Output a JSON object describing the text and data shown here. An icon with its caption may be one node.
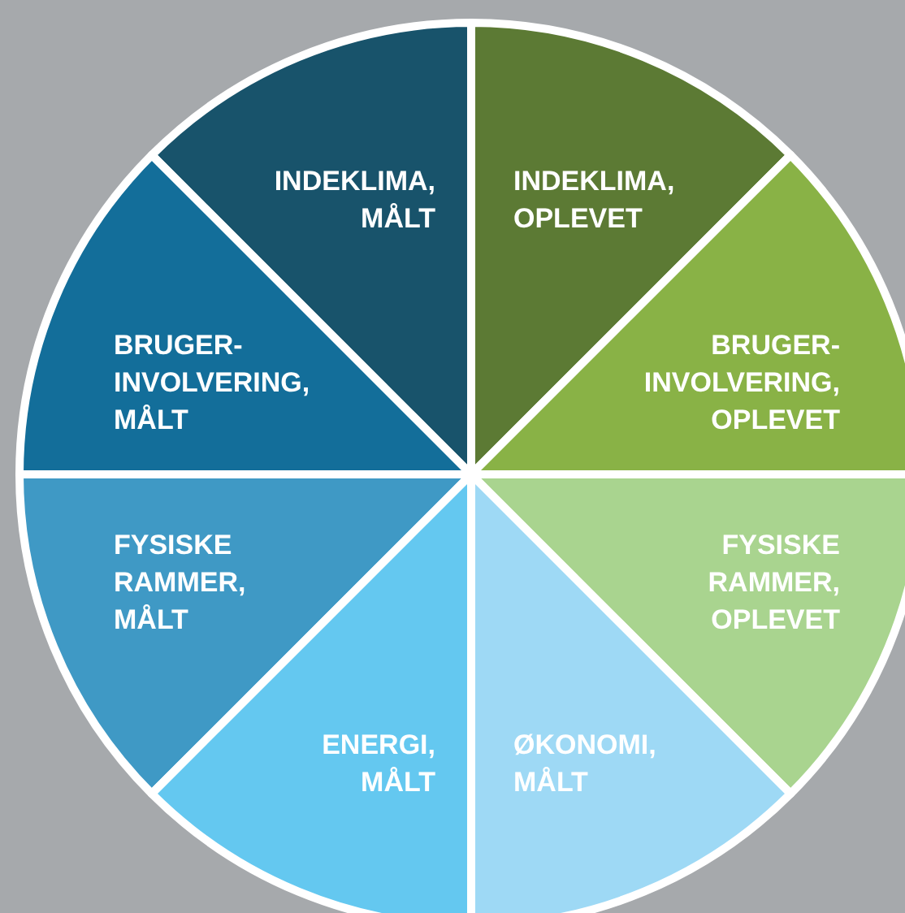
{
  "diagram": {
    "nodes": [
      {
        "text": [
          "INDEKLIMA, MÅLT"
        ]
      },
      {
        "text": [
          "INDEKLIMA, OPLEVET"
        ]
      },
      {
        "text": [
          "BRUGER- INVOLVERING, MÅLT"
        ]
      },
      {
        "text": [
          "BRUGER- INVOLVERING, OPLEVET"
        ]
      },
      {
        "text": [
          "FYSISKE RAMMER, MÅLT"
        ]
      },
      {
        "text": [
          "FYSISKE RAMMER, OPLEVET"
        ]
      },
      {
        "text": [
          "ENERGI, MÅLT"
        ]
      },
      {
        "text": [
          "ØKONOMI, MÅLT"
        ]
      }
    ]
  }
}
